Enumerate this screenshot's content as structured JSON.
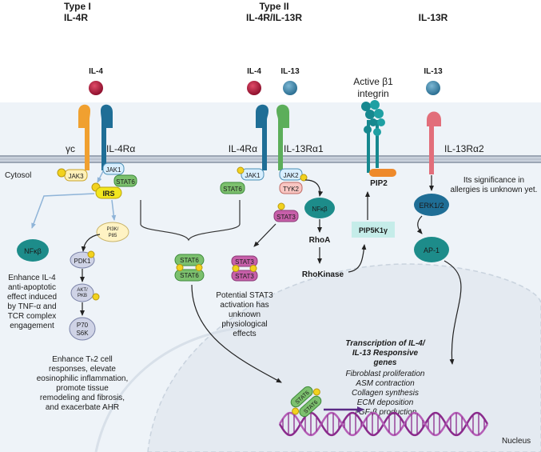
{
  "headers": {
    "type1_line1": "Type I",
    "type1_line2": "IL-4R",
    "type2_line1": "Type II",
    "type2_line2": "IL-4R/IL-13R",
    "il13r": "IL-13R"
  },
  "ligands": {
    "il4_type1": "IL-4",
    "il4_type2": "IL-4",
    "il13_type2": "IL-13",
    "il13_il13r": "IL-13",
    "integrin_line1": "Active β1",
    "integrin_line2": "integrin"
  },
  "receptors": {
    "gamma_c": "γc",
    "il4ra_1": "IL-4Rα",
    "il4ra_2": "IL-4Rα",
    "il13ra1": "IL-13Rα1",
    "il13ra2": "IL-13Rα2"
  },
  "compartments": {
    "cytosol": "Cytosol",
    "nucleus": "Nucleus"
  },
  "molecules": {
    "jak3": "JAK3",
    "jak1_a": "JAK1",
    "stat6_a": "STAT6",
    "irs": "IRS",
    "p": "P",
    "pi3k_l1": "PI3K/",
    "pi3k_l2": "P85",
    "pdk1": "PDK1",
    "akt_l1": "AKT/",
    "akt_l2": "PKB",
    "p70_l1": "P70",
    "p70_l2": "S6K",
    "nfkb_1": "NFκβ",
    "stat6_dimer_1": "STAT6",
    "stat6_dimer_2": "STAT6",
    "jak1_b": "JAK1",
    "stat6_b": "STAT6",
    "jak2": "JAK2",
    "tyk2": "TYK2",
    "stat3": "STAT3",
    "stat3_dimer_1": "STAT3",
    "stat3_dimer_2": "STAT3",
    "nfkb_2": "NFκβ",
    "rhoa": "RhoA",
    "rhokinase": "RhoKinase",
    "pip5k1y": "PIP5K1γ",
    "pip2": "PIP2",
    "erk": "ERK1/2",
    "ap1": "AP-1",
    "stat6_dna_1": "STAT6",
    "stat6_dna_2": "STAT6"
  },
  "notes": {
    "il4_effect": [
      "Enhance IL-4",
      "anti-apoptotic",
      "effect induced",
      "by TNF-α and",
      "TCR complex",
      "engagement"
    ],
    "th2_effect": [
      "Enhance Tₕ2 cell",
      "responses, elevate",
      "eosinophilic inflammation,",
      "promote tissue",
      "remodeling and fibrosis,",
      "and exacerbate AHR"
    ],
    "stat3_effect": [
      "Potential STAT3",
      "activation has",
      "unknown",
      "physiological",
      "effects"
    ],
    "il13ra2_effect": [
      "Its significance in",
      "allergies is unknown yet."
    ]
  },
  "transcription": {
    "title_lines": [
      "Transcription of IL-4/",
      "IL-13 Responsive",
      "genes"
    ],
    "genes": [
      "Fibroblast proliferation",
      "ASM contraction",
      "Collagen synthesis",
      "ECM deposition",
      "TGF-β production"
    ]
  },
  "colors": {
    "gamma_c": "#f0a030",
    "il4ra": "#1f6e96",
    "il13ra1": "#5cae5a",
    "il13ra2": "#e26e7a",
    "integrin": "#16888f",
    "il4": "#b0163a",
    "il13": "#3d86a8",
    "stat6": "#7cc06e",
    "stat3": "#c75fa9",
    "phospho": "#f2d21e",
    "dna": "#8a2a8c",
    "membrane": "#a6b0c0",
    "cytosol_bg": "#eef3f8"
  }
}
